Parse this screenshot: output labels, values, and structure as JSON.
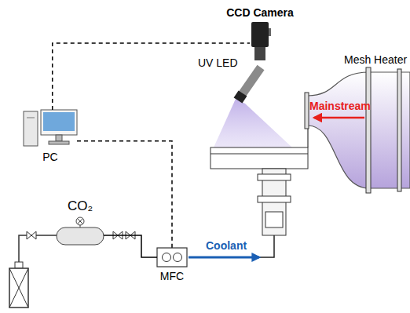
{
  "diagram": {
    "nodes": [
      {
        "text": [
          "CCD Camera"
        ]
      },
      {
        "text": [
          "PC"
        ]
      },
      {
        "text": [
          "CO₂"
        ]
      },
      {
        "text": [
          "MFC"
        ]
      }
    ],
    "edges": [
      {
        "from": 1,
        "to": 0,
        "arrow": "none"
      },
      {
        "from": 1,
        "to": 3,
        "arrow": "none"
      },
      {
        "from": 2,
        "to": 3,
        "arrow": "none"
      }
    ],
    "labels": [
      "UV LED",
      "Mesh Heater",
      "Mainstream",
      "Coolant"
    ]
  }
}
